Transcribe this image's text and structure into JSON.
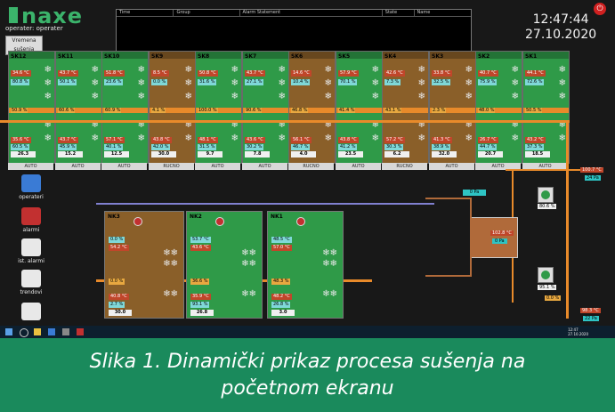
{
  "header": {
    "logo_text": "naxe",
    "operator_label": "operater: operater",
    "button_label": "Vremena sušenja",
    "alarm_columns": [
      "Time",
      "Group",
      "Alarm Statement",
      "State",
      "Name"
    ],
    "time": "12:47:44",
    "date": "27.10.2020"
  },
  "chambers": [
    {
      "name": "SK12",
      "color": "green",
      "temp": "34.6 °C",
      "hum": "80.8 %",
      "fill": "50.9 %",
      "bottom_temp": "35.6 °C",
      "bottom_hum": "60.5 %",
      "num": "26.3",
      "mode": "AUTO"
    },
    {
      "name": "SK11",
      "color": "green",
      "temp": "43.7 °C",
      "hum": "50.1 %",
      "fill": "60.6 %",
      "bottom_temp": "43.7 °C",
      "bottom_hum": "45.9 %",
      "num": "15.2",
      "mode": "AUTO"
    },
    {
      "name": "SK10",
      "color": "green",
      "temp": "51.8 °C",
      "hum": "23.6 %",
      "fill": "60.9 %",
      "bottom_temp": "57.1 °C",
      "bottom_hum": "40.1 %",
      "num": "12.5",
      "mode": "AUTO"
    },
    {
      "name": "SK9",
      "color": "brown",
      "temp": "8.5 °C",
      "hum": "0.0 %",
      "fill": "4.1 %",
      "bottom_temp": "43.8 °C",
      "bottom_hum": "42.0 %",
      "num": "30.0",
      "mode": "RUCNO"
    },
    {
      "name": "SK8",
      "color": "green",
      "temp": "50.8 °C",
      "hum": "31.6 %",
      "fill": "100.0 %",
      "bottom_temp": "48.1 °C",
      "bottom_hum": "31.5 %",
      "num": "9.7",
      "mode": "AUTO"
    },
    {
      "name": "SK7",
      "color": "green",
      "temp": "43.7 °C",
      "hum": "27.1 %",
      "fill": "90.6 %",
      "bottom_temp": "43.6 °C",
      "bottom_hum": "30.2 %",
      "num": "7.8",
      "mode": "AUTO"
    },
    {
      "name": "SK6",
      "color": "brown",
      "temp": "14.6 °C",
      "hum": "10.4 %",
      "fill": "46.8 %",
      "bottom_temp": "56.1 °C",
      "bottom_hum": "46.7 %",
      "num": "4.0",
      "mode": "RUCNO"
    },
    {
      "name": "SK5",
      "color": "green",
      "temp": "57.9 °C",
      "hum": "70.1 %",
      "fill": "41.4 %",
      "bottom_temp": "43.8 °C",
      "bottom_hum": "41.2 %",
      "num": "23.5",
      "mode": "AUTO"
    },
    {
      "name": "SK4",
      "color": "brown",
      "temp": "42.6 °C",
      "hum": "7.3 %",
      "fill": "43.1 %",
      "bottom_temp": "57.2 °C",
      "bottom_hum": "30.3 %",
      "num": "6.2",
      "mode": "RUCNO"
    },
    {
      "name": "SK3",
      "color": "brown",
      "temp": "33.8 °C",
      "hum": "32.5 %",
      "fill": "2.3 %",
      "bottom_temp": "41.3 °C",
      "bottom_hum": "38.9 %",
      "num": "32.0",
      "mode": "AUTO"
    },
    {
      "name": "SK2",
      "color": "green",
      "temp": "40.7 °C",
      "hum": "75.9 %",
      "fill": "48.0 %",
      "bottom_temp": "26.7 °C",
      "bottom_hum": "44.7 %",
      "num": "20.7",
      "mode": "AUTO"
    },
    {
      "name": "SK1",
      "color": "green",
      "temp": "44.1 °C",
      "hum": "72.6 %",
      "fill": "50.5 %",
      "bottom_temp": "43.2 °C",
      "bottom_hum": "37.3 %",
      "num": "18.5",
      "mode": "AUTO"
    }
  ],
  "lower_chambers": [
    {
      "name": "NK3",
      "color": "brown",
      "top1": "0.0 %",
      "top2": "54.2 °C",
      "mid": "0.0 %",
      "b1": "40.8 °C",
      "b2": "2.7 %",
      "num": "30.0"
    },
    {
      "name": "NK2",
      "color": "green",
      "top1": "53.7 °C",
      "top2": "43.6 °C",
      "mid": "36.6 %",
      "b1": "35.9 °C",
      "b2": "93.1 %",
      "num": "26.8"
    },
    {
      "name": "NK1",
      "color": "green",
      "top1": "48.5 °C",
      "top2": "57.0 °C",
      "mid": "48.3 %",
      "b1": "48.2 °C",
      "b2": "26.8 %",
      "num": "3.0"
    }
  ],
  "sidebar": [
    {
      "label": "operateri",
      "color": "#3a7bd5"
    },
    {
      "label": "alarmi",
      "color": "#c23030"
    },
    {
      "label": "ist. alarmi",
      "color": "#e8e8e8"
    },
    {
      "label": "trendovi",
      "color": "#e8e8e8"
    },
    {
      "label": "",
      "color": "#e8e8e8"
    }
  ],
  "right_panel": {
    "pressure": "0 Pa",
    "fan1": "80.6 %",
    "fan2": "95.1 %",
    "box_temp": "102.8 °C",
    "box_pa": "0 Pa",
    "right_temp1": "100.7 °C",
    "right_val1": "24 Pa",
    "right_temp2": "98.3 °C",
    "right_val2": "22 Pa",
    "right_mid": "0.0 %"
  },
  "taskbar": {
    "time": "12:47",
    "date": "27.10.2020"
  },
  "caption": {
    "line1": "Slika 1. Dinamički prikaz procesa sušenja na",
    "line2": "početnom ekranu"
  }
}
